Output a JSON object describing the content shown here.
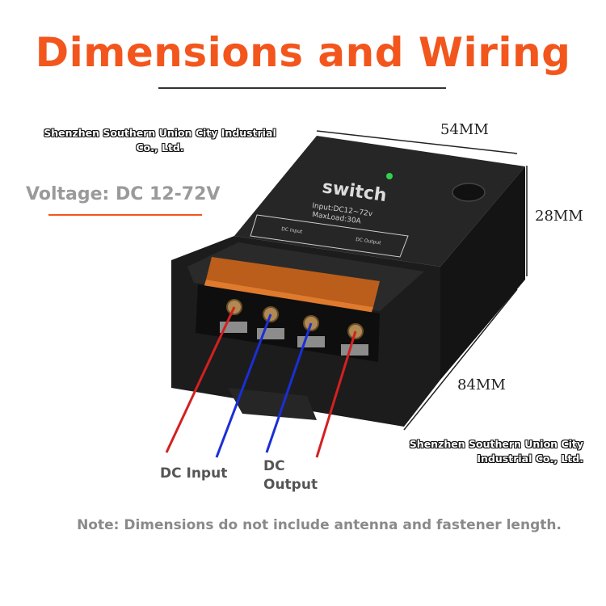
{
  "title": "Dimensions and Wiring",
  "company": {
    "top_left_line1": "Shenzhen Southern Union City Industrial",
    "top_left_line2": "Co., Ltd.",
    "bottom_right_line1": "Shenzhen Southern Union City",
    "bottom_right_line2": "Industrial Co., Ltd."
  },
  "voltage": "Voltage: DC 12-72V",
  "dimensions": {
    "width": "54MM",
    "height": "28MM",
    "depth": "84MM"
  },
  "device": {
    "brand": "switch",
    "input_spec": "Input:DC12~72v",
    "max_load": "MaxLoad:30A",
    "dc_input_small": "DC Input",
    "dc_output_small": "DC Output"
  },
  "wires": {
    "input_label": "DC Input",
    "output_label_line1": "DC",
    "output_label_line2": "Output",
    "input_color": "#d42020",
    "output_color": "#1a2fd6"
  },
  "note": "Note: Dimensions do not include antenna and fastener length.",
  "colors": {
    "accent": "#f2561d",
    "device_body": "#1e1e1e",
    "terminal_cover": "#c8631a"
  }
}
